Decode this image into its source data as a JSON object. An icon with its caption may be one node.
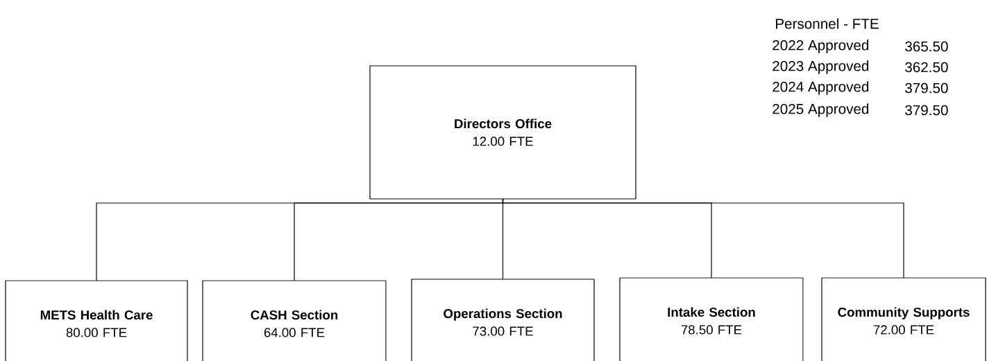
{
  "diagram": {
    "nodes": [
      {
        "text": [
          "Directors Office",
          "12.00 FTE"
        ]
      },
      {
        "text": [
          "METS Health Care",
          "80.00 FTE"
        ]
      },
      {
        "text": [
          "CASH Section",
          "64.00 FTE"
        ]
      },
      {
        "text": [
          "Operations Section",
          "73.00 FTE"
        ]
      },
      {
        "text": [
          "Intake Section",
          "78.50 FTE"
        ]
      },
      {
        "text": [
          "Community Supports",
          "72.00 FTE"
        ]
      }
    ],
    "edges": [
      {
        "from": 0,
        "to": 1,
        "arrow": "none"
      },
      {
        "from": 0,
        "to": 2,
        "arrow": "none"
      },
      {
        "from": 0,
        "to": 3,
        "arrow": "none"
      },
      {
        "from": 0,
        "to": 4,
        "arrow": "none"
      },
      {
        "from": 0,
        "to": 5,
        "arrow": "none"
      }
    ],
    "labels": [
      "Personnel  - FTE",
      "2022 Approved",
      "365.50",
      "2023 Approved",
      "362.50",
      "2024 Approved",
      "379.50",
      "2025 Approved",
      "379.50"
    ]
  }
}
